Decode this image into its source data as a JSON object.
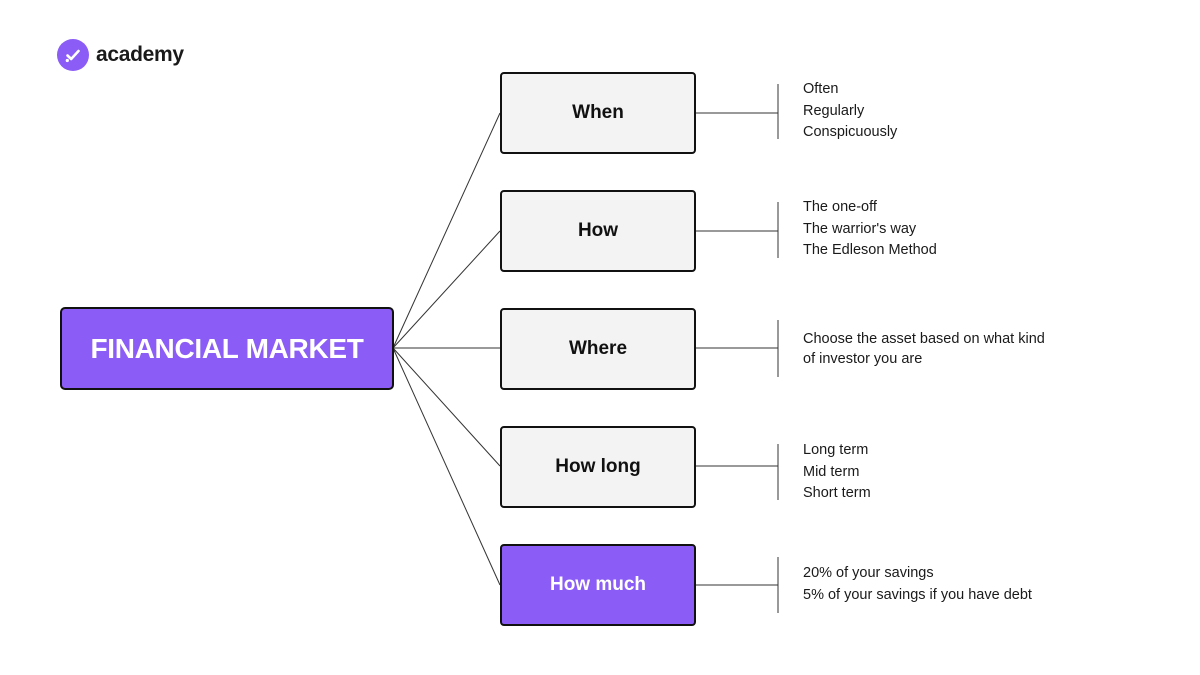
{
  "brand": {
    "name": "academy",
    "icon": "check-icon",
    "accent": "#8B5CF6"
  },
  "diagram": {
    "root": {
      "label": "FINANCIAL MARKET"
    },
    "branches": [
      {
        "label": "When",
        "details": [
          "Often",
          "Regularly",
          "Conspicuously"
        ]
      },
      {
        "label": "How",
        "details": [
          "The one-off",
          "The warrior's way",
          "The Edleson Method"
        ]
      },
      {
        "label": "Where",
        "details": [
          "Choose the asset based on what kind of investor you are"
        ]
      },
      {
        "label": "How long",
        "details": [
          "Long term",
          "Mid term",
          "Short term"
        ]
      },
      {
        "label": "How much",
        "details": [
          "20% of your savings",
          "5% of your savings if you have debt"
        ]
      }
    ]
  }
}
